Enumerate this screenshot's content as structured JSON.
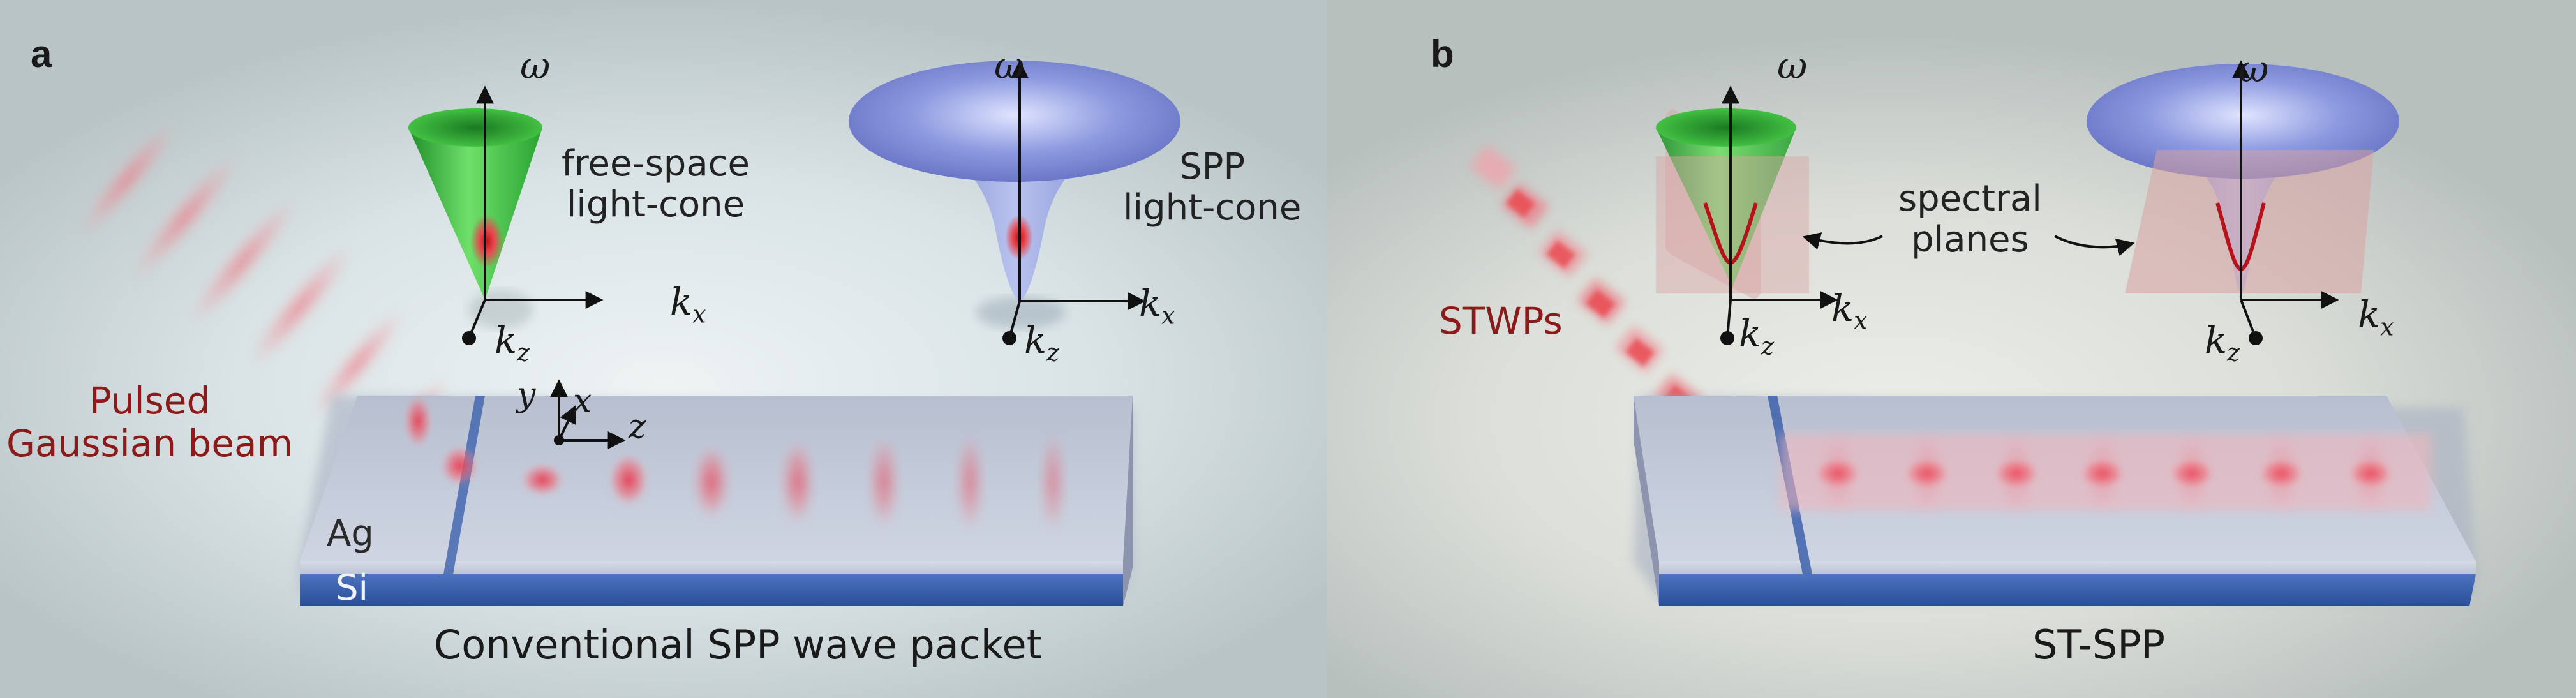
{
  "panels": {
    "a": {
      "letter": "a",
      "free_cone": {
        "omega": "ω",
        "kx": "k",
        "kx_sub": "x",
        "kz": "k",
        "kz_sub": "z",
        "label_line1": "free-space",
        "label_line2": "light-cone"
      },
      "spp_cone": {
        "omega": "ω",
        "kx": "k",
        "kx_sub": "x",
        "kz": "k",
        "kz_sub": "z",
        "label_line1": "SPP",
        "label_line2": "light-cone"
      },
      "beam_label_line1": "Pulsed",
      "beam_label_line2": "Gaussian beam",
      "coords": {
        "y": "y",
        "x": "x",
        "z": "z"
      },
      "layers": {
        "top": "Ag",
        "bottom": "Si"
      },
      "caption": "Conventional SPP wave packet"
    },
    "b": {
      "letter": "b",
      "free_cone": {
        "omega": "ω",
        "kx": "k",
        "kx_sub": "x",
        "kz": "k",
        "kz_sub": "z"
      },
      "spp_cone": {
        "omega": "ω",
        "kx": "k",
        "kx_sub": "x",
        "kz": "k",
        "kz_sub": "z"
      },
      "planes_label_line1": "spectral",
      "planes_label_line2": "planes",
      "beam_label": "STWPs",
      "caption": "ST-SPP"
    }
  },
  "colors": {
    "free_cone": "#3fbf3f",
    "spp_cone": "#7f8fd9",
    "pulse": "#e8474e",
    "spectral_plane": "#d9a3a3",
    "silver": "#c9cdd8",
    "silicon": "#3d62ad",
    "label_red": "#8b1a1a"
  }
}
